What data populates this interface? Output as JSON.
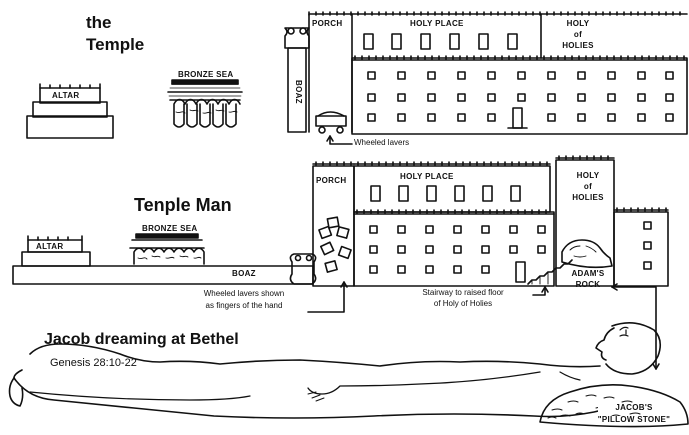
{
  "top": {
    "title_line1": "the",
    "title_line2": "Temple",
    "altar": "ALTAR",
    "bronze_sea": "BRONZE SEA",
    "porch": "PORCH",
    "holy_place": "HOLY PLACE",
    "holy_holies_line1": "HOLY",
    "holy_holies_line2": "of",
    "holy_holies_line3": "HOLIES",
    "boaz": "BOAZ",
    "wheeled_lavers": "Wheeled lavers"
  },
  "middle": {
    "title": "Tenple Man",
    "altar": "ALTAR",
    "bronze_sea": "BRONZE SEA",
    "porch": "PORCH",
    "holy_place": "HOLY PLACE",
    "holy_holies_line1": "HOLY",
    "holy_holies_line2": "of",
    "holy_holies_line3": "HOLIES",
    "boaz": "BOAZ",
    "lavers_line1": "Wheeled lavers shown",
    "lavers_line2": "as fingers of the hand",
    "stairway_line1": "Stairway to raised floor",
    "stairway_line2": "of Holy of Holies",
    "rock_line1": "ADAM'S",
    "rock_line2": "ROCK"
  },
  "bottom": {
    "title": "Jacob dreaming at Bethel",
    "reference": "Genesis 28:10-22",
    "stone_line1": "JACOB'S",
    "stone_line2": "\"PILLOW STONE\""
  }
}
